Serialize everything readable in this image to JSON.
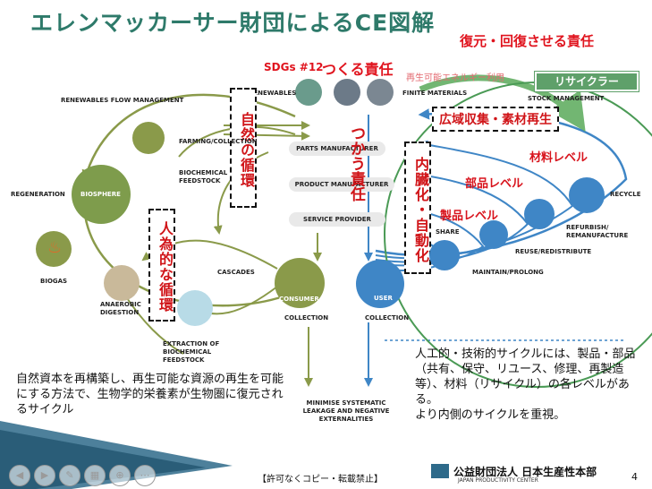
{
  "title": "エレンマッカーサー財団によるCE図解",
  "labels": {
    "restore_responsibility": "復元・回復させる責任",
    "sdgs": "SDGs #12",
    "make_responsibility": "つくる責任",
    "renewable_energy": "再生可能エネルギー利用",
    "recycler": "リサイクラー",
    "regional_collection": "広域収集・素材再生",
    "material_level": "材料レベル",
    "parts_level": "部品レベル",
    "product_level": "製品レベル",
    "natural_cycle": "自然の循環",
    "artificial_cycle": "人為的な循環",
    "use_responsibility": "つかう責任",
    "internalize": "内臓化・自動化"
  },
  "diagram_text": {
    "renewables_flow": "RENEWABLES FLOW MANAGEMENT",
    "renewables": "RENEWABLES",
    "finite_materials": "FINITE MATERIALS",
    "stock_management": "STOCK MANAGEMENT",
    "farming": "FARMING/COLLECTION",
    "biochemical": "BIOCHEMICAL FEEDSTOCK",
    "regeneration": "REGENERATION",
    "biosphere": "BIOSPHERE",
    "biogas": "BIOGAS",
    "anaerobic": "ANAEROBIC DIGESTION",
    "cascades": "CASCADES",
    "extraction": "EXTRACTION OF BIOCHEMICAL FEEDSTOCK",
    "parts_manufacturer": "PARTS MANUFACTURER",
    "product_manufacturer": "PRODUCT MANUFACTURER",
    "service_provider": "SERVICE PROVIDER",
    "consumer": "CONSUMER",
    "user": "USER",
    "collection": "COLLECTION",
    "share": "SHARE",
    "maintain": "MAINTAIN/PROLONG",
    "reuse": "REUSE/REDISTRIBUTE",
    "refurbish": "REFURBISH/ REMANUFACTURE",
    "recycle": "RECYCLE",
    "minimise": "MINIMISE SYSTEMATIC LEAKAGE AND NEGATIVE EXTERNALITIES"
  },
  "text": {
    "left": "自然資本を再構築し、再生可能な資源の再生を可能にする方法で、生物学的栄養素が生物圏に復元されるサイクル",
    "right_1": "人工的・技術的サイクルには、製品・部品（共有、保守、リユース、修理、再製造等）、材料（リサイクル）の各レベルがある。",
    "right_2": "より内側のサイクルを重視。"
  },
  "footer": {
    "copyright": "【許可なくコピー・転載禁止】",
    "org_jp": "公益財団法人 日本生産性本部",
    "org_en": "JAPAN PRODUCTIVITY CENTER",
    "page": "4"
  },
  "colors": {
    "bio": "#8a9a4a",
    "tech": "#3f86c6",
    "accent_red": "#e0141e",
    "green_ring": "#4a9a55"
  }
}
